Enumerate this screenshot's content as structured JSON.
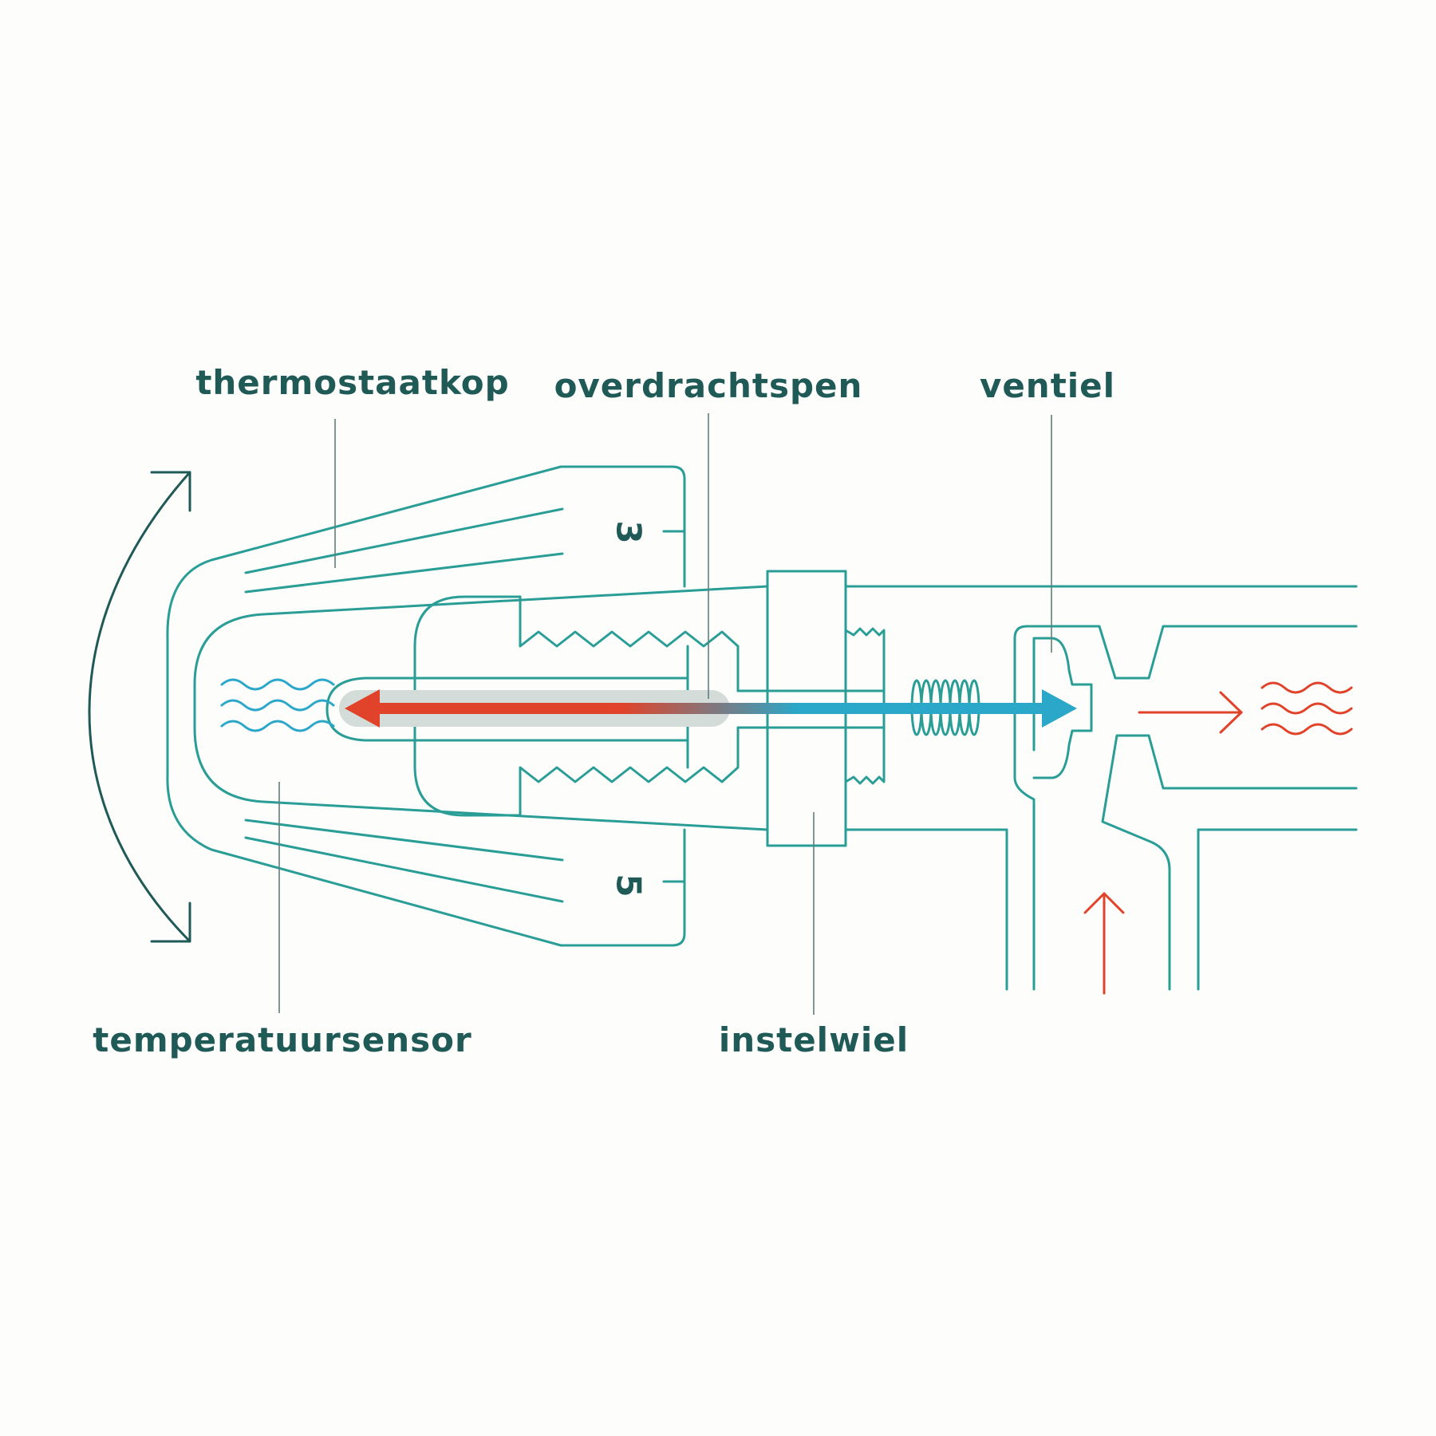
{
  "labels": {
    "thermostaatkop": "thermostaatkop",
    "overdrachtspen": "overdrachtspen",
    "ventiel": "ventiel",
    "temperatuursensor": "temperatuursensor",
    "instelwiel": "instelwiel"
  },
  "dial": {
    "upper_number": "3",
    "lower_number": "5"
  },
  "colors": {
    "outline": "#2a9e96",
    "label": "#1f5a57",
    "arc_arrow": "#1f5a57",
    "hot": "#e0432a",
    "cold": "#2aa7c9",
    "pin_shadow": "#d4dcd9",
    "leader": "#5f7f7d"
  }
}
